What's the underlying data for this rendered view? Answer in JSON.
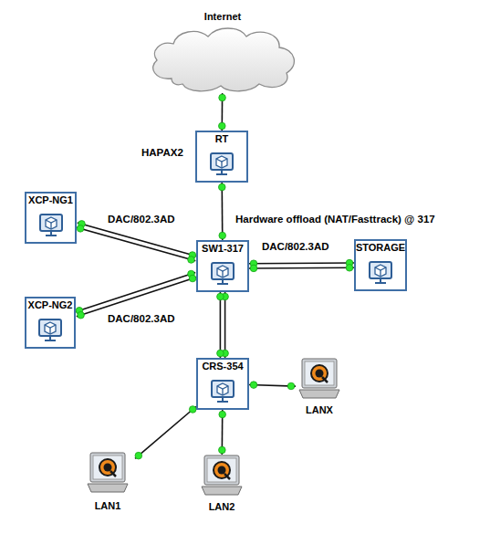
{
  "diagram": {
    "nodes": [
      {
        "text": [
          "Internet"
        ]
      },
      {
        "text": [
          "RT"
        ]
      },
      {
        "text": [
          "XCP-NG1"
        ]
      },
      {
        "text": [
          "SW1-317"
        ]
      },
      {
        "text": [
          "STORAGE"
        ]
      },
      {
        "text": [
          "XCP-NG2"
        ]
      },
      {
        "text": [
          "CRS-354"
        ]
      },
      {
        "text": [
          "LANX"
        ]
      },
      {
        "text": [
          "LAN1"
        ]
      },
      {
        "text": [
          "LAN2"
        ]
      }
    ],
    "edges": [
      {
        "from": 0,
        "to": 1,
        "arrow": "none"
      },
      {
        "from": 1,
        "to": 3,
        "label": "Hardware offload (NAT/Fasttrack) @ 317",
        "arrow": "none"
      },
      {
        "from": 2,
        "to": 3,
        "label": "DAC/802.3AD",
        "arrow": "none"
      },
      {
        "from": 3,
        "to": 4,
        "label": "DAC/802.3AD",
        "arrow": "none"
      },
      {
        "from": 5,
        "to": 3,
        "label": "DAC/802.3AD",
        "arrow": "none"
      },
      {
        "from": 3,
        "to": 6,
        "arrow": "none"
      },
      {
        "from": 6,
        "to": 7,
        "arrow": "none"
      },
      {
        "from": 6,
        "to": 8,
        "arrow": "none"
      },
      {
        "from": 6,
        "to": 9,
        "arrow": "none"
      }
    ],
    "labels": [
      "HAPAX2"
    ]
  }
}
